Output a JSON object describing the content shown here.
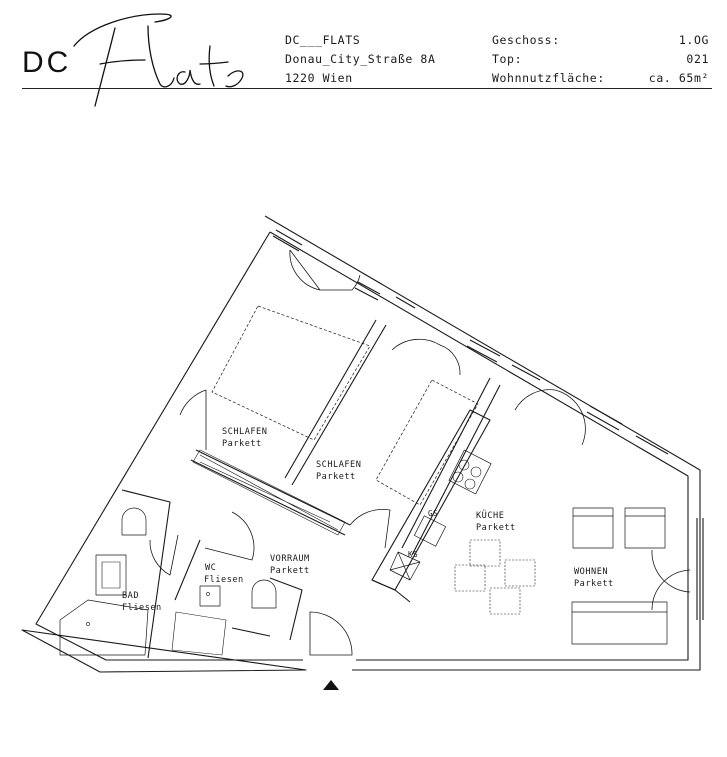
{
  "header": {
    "logo_text": "DC",
    "logo_script": "Flats",
    "project_name": "DC___FLATS",
    "address": "Donau_City_Straße 8A",
    "city": "1220 Wien",
    "labels": {
      "floor": "Geschoss:",
      "unit": "Top:",
      "area": "Wohnnutzfläche:"
    },
    "values": {
      "floor": "1.OG",
      "unit": "021",
      "area": "ca. 65m²"
    }
  },
  "rooms": {
    "bedroom1": {
      "name": "SCHLAFEN",
      "floor": "Parkett"
    },
    "bedroom2": {
      "name": "SCHLAFEN",
      "floor": "Parkett"
    },
    "kitchen": {
      "name": "KÜCHE",
      "floor": "Parkett"
    },
    "living": {
      "name": "WOHNEN",
      "floor": "Parkett"
    },
    "hall": {
      "name": "VORRAUM",
      "floor": "Parkett"
    },
    "wc": {
      "name": "WC",
      "floor": "Fliesen"
    },
    "bath": {
      "name": "BAD",
      "floor": "Fliesen"
    }
  },
  "fixtures": {
    "dishwasher": "GS",
    "fridge": "KS"
  },
  "compass": {
    "icon": "entrance-arrow-icon"
  }
}
